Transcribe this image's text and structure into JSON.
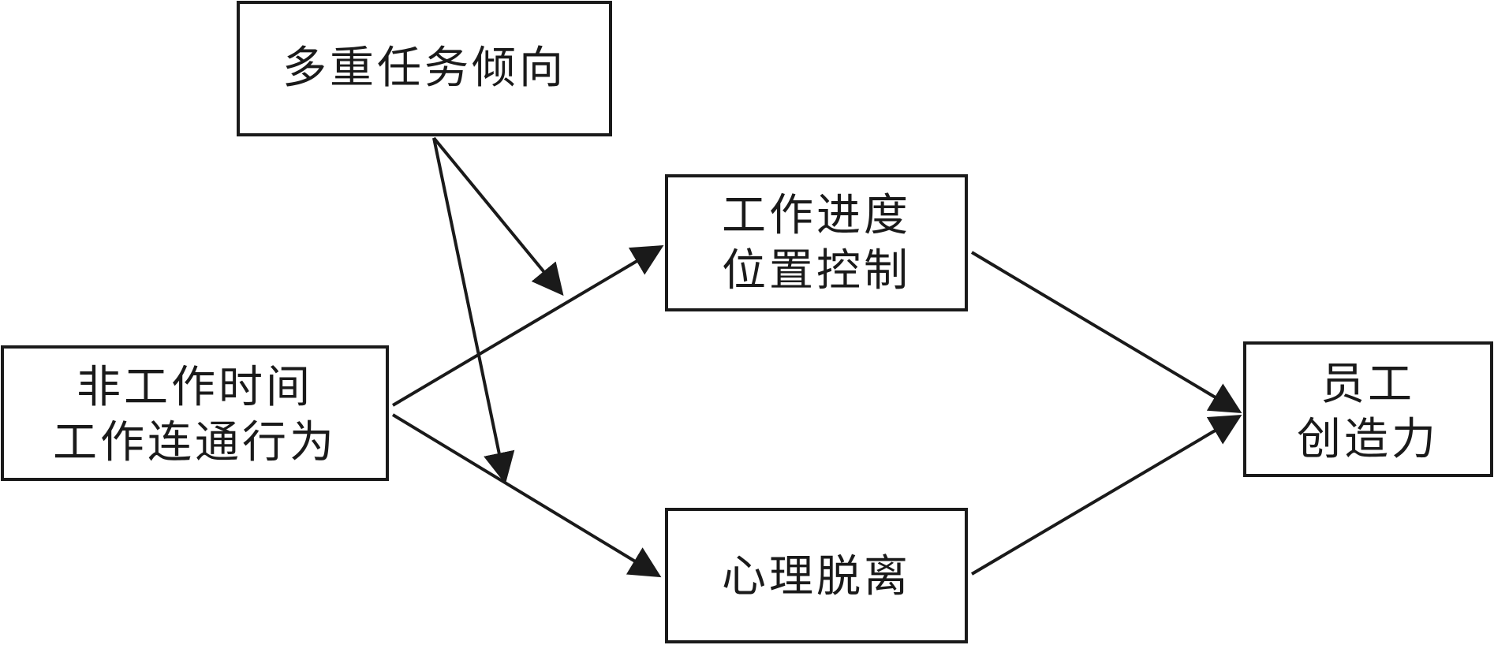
{
  "diagram": {
    "nodes": {
      "moderator": {
        "lines": [
          "多重任务倾向"
        ]
      },
      "independent": {
        "lines": [
          "非工作时间",
          "工作连通行为"
        ]
      },
      "mediator_control": {
        "lines": [
          "工作进度",
          "位置控制"
        ]
      },
      "mediator_detach": {
        "lines": [
          "心理脱离"
        ]
      },
      "outcome": {
        "lines": [
          "员工",
          "创造力"
        ]
      }
    },
    "edges": [
      {
        "from": "independent",
        "to": "mediator_control"
      },
      {
        "from": "independent",
        "to": "mediator_detach"
      },
      {
        "from": "mediator_control",
        "to": "outcome"
      },
      {
        "from": "mediator_detach",
        "to": "outcome"
      },
      {
        "from": "moderator",
        "to": "independent→mediator_control"
      },
      {
        "from": "moderator",
        "to": "independent→mediator_detach"
      }
    ],
    "colors": {
      "stroke": "#1a1a1a",
      "background": "#ffffff"
    }
  }
}
